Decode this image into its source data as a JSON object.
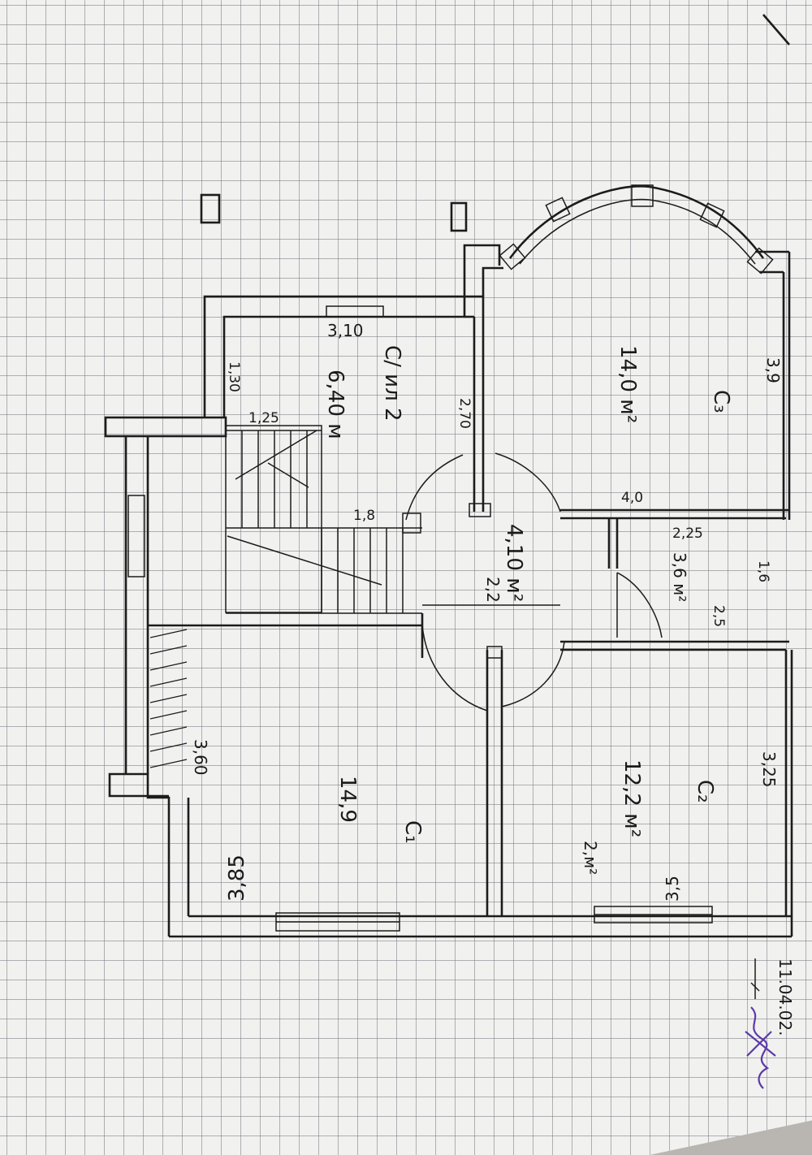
{
  "rooms": [
    {
      "id": "room-top-right",
      "area": "14,0 м²",
      "name": "С₃",
      "wall": "3,9"
    },
    {
      "id": "room-top-left",
      "name": "С/ ил 2",
      "area": "6,40 м"
    },
    {
      "id": "room-hall",
      "area": "4,10 м²"
    },
    {
      "id": "room-bath",
      "area": "3,6 м²"
    },
    {
      "id": "room-bottom-left",
      "name": "С₁",
      "area": "14,9",
      "wall": "3,85"
    },
    {
      "id": "room-bottom-right",
      "name": "С₂",
      "area": "12,2 м²",
      "wall": "3,25"
    }
  ],
  "dimensions": {
    "d_310": "3,10",
    "d_130": "1,30",
    "d_125": "1,25",
    "d_270": "2,70",
    "d_18": "1,8",
    "d_40": "4,0",
    "d_225": "2,25",
    "d_16": "1,6",
    "d_22": "2,2",
    "d_360": "3,60",
    "d_35": "3,5",
    "d_2m": "2,м²",
    "d_25": "2,5"
  },
  "note": {
    "date": "11.04.02."
  }
}
